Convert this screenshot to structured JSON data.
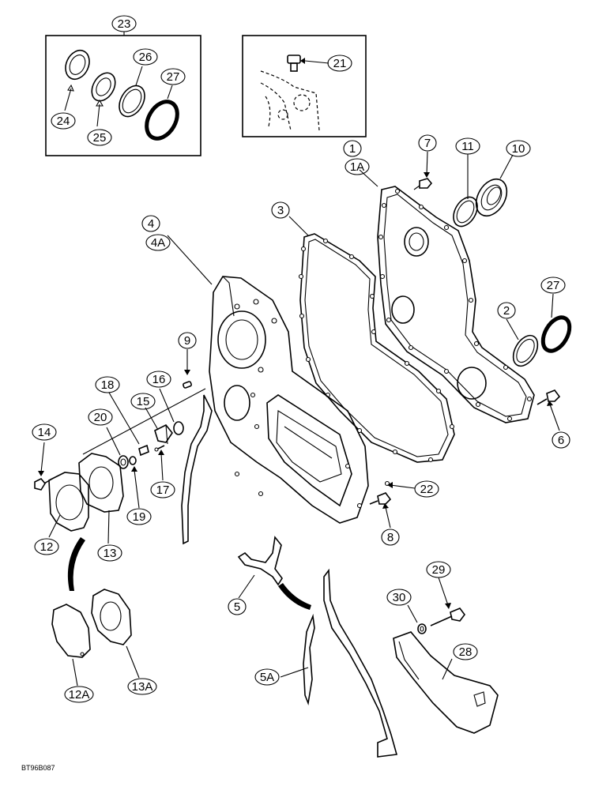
{
  "callouts": {
    "c23": "23",
    "c21": "21",
    "c24": "24",
    "c25": "25",
    "c26": "26",
    "c27a": "27",
    "c1": "1",
    "c1A": "1A",
    "c7": "7",
    "c11": "11",
    "c10": "10",
    "c3": "3",
    "c4": "4",
    "c4A": "4A",
    "c27b": "27",
    "c2": "2",
    "c9": "9",
    "c16": "16",
    "c18": "18",
    "c15": "15",
    "c20": "20",
    "c14": "14",
    "c6": "6",
    "c22": "22",
    "c17": "17",
    "c19": "19",
    "c8": "8",
    "c12": "12",
    "c13": "13",
    "c5": "5",
    "c29": "29",
    "c30": "30",
    "c28": "28",
    "c5A": "5A",
    "c12A": "12A",
    "c13A": "13A"
  },
  "reference_code": "BT96B087"
}
